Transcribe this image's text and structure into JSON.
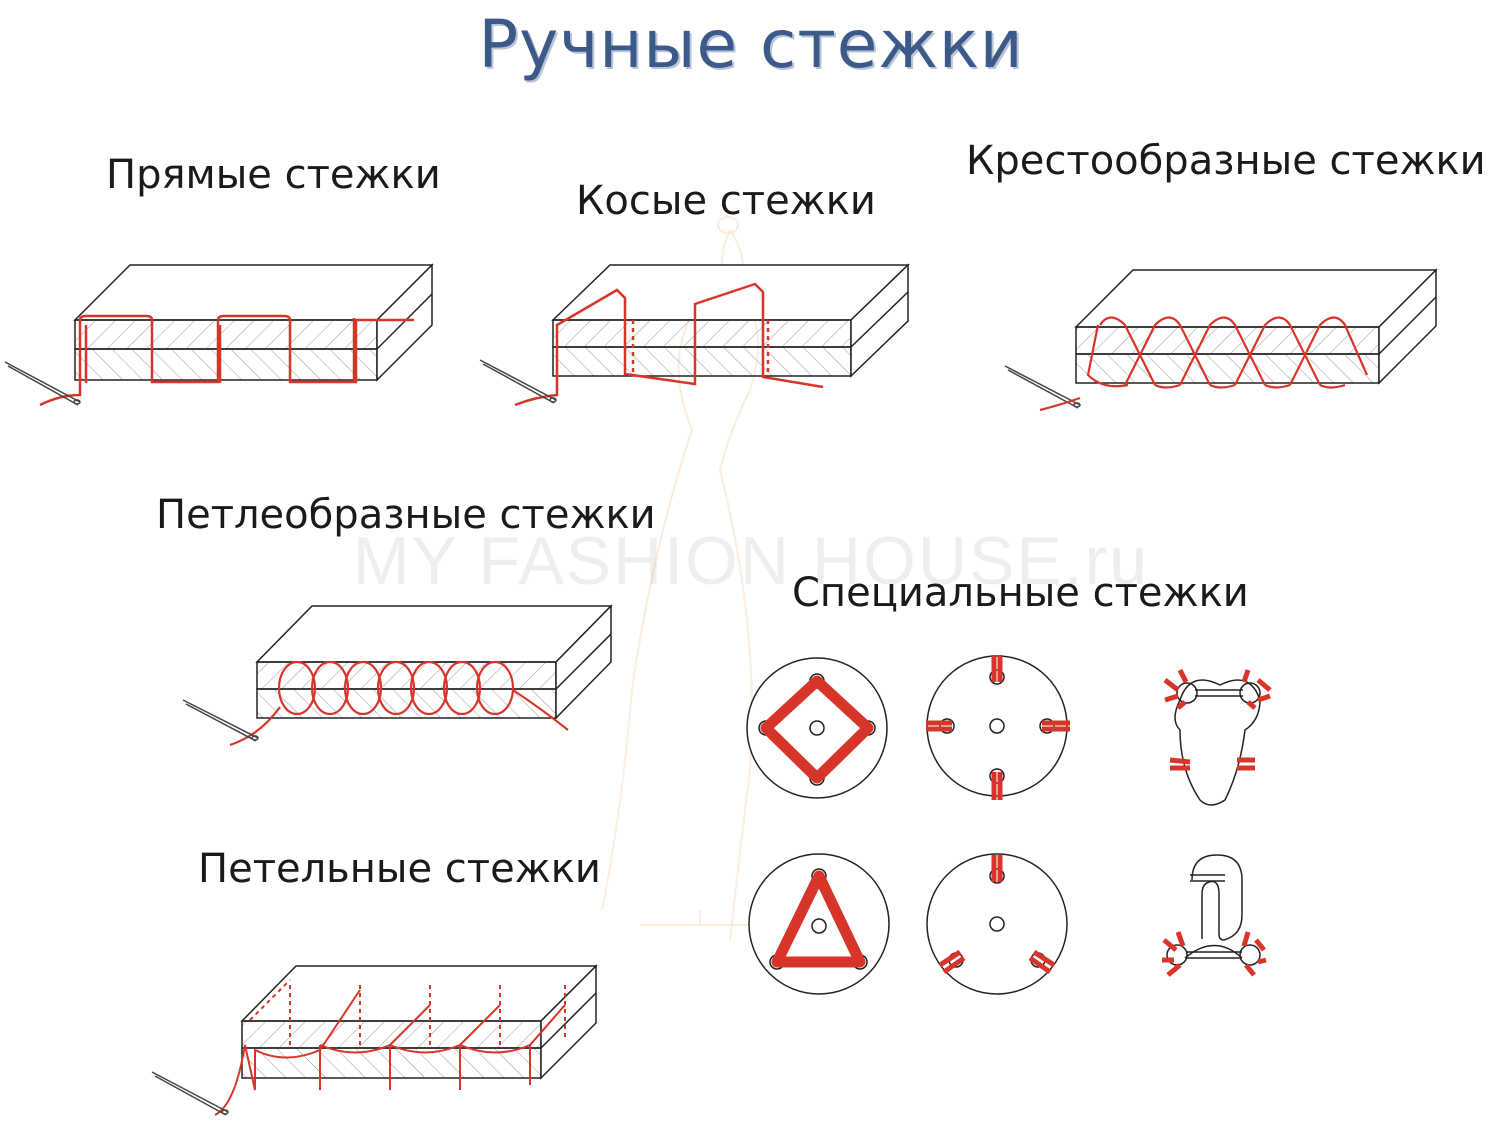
{
  "title": "Ручные стежки",
  "sections": {
    "straight": "Прямые стежки",
    "slanted": "Косые стежки",
    "cross": "Крестообразные стежки",
    "loop_shaped": "Петлеобразные стежки",
    "special": "Специальные стежки",
    "buttonhole": "Петельные стежки"
  },
  "watermark": "MY FASHION HOUSE.ru",
  "colors": {
    "title": "#3b5a8a",
    "thread": "#d8352a",
    "outline": "#222222",
    "hatch": "#888888"
  }
}
